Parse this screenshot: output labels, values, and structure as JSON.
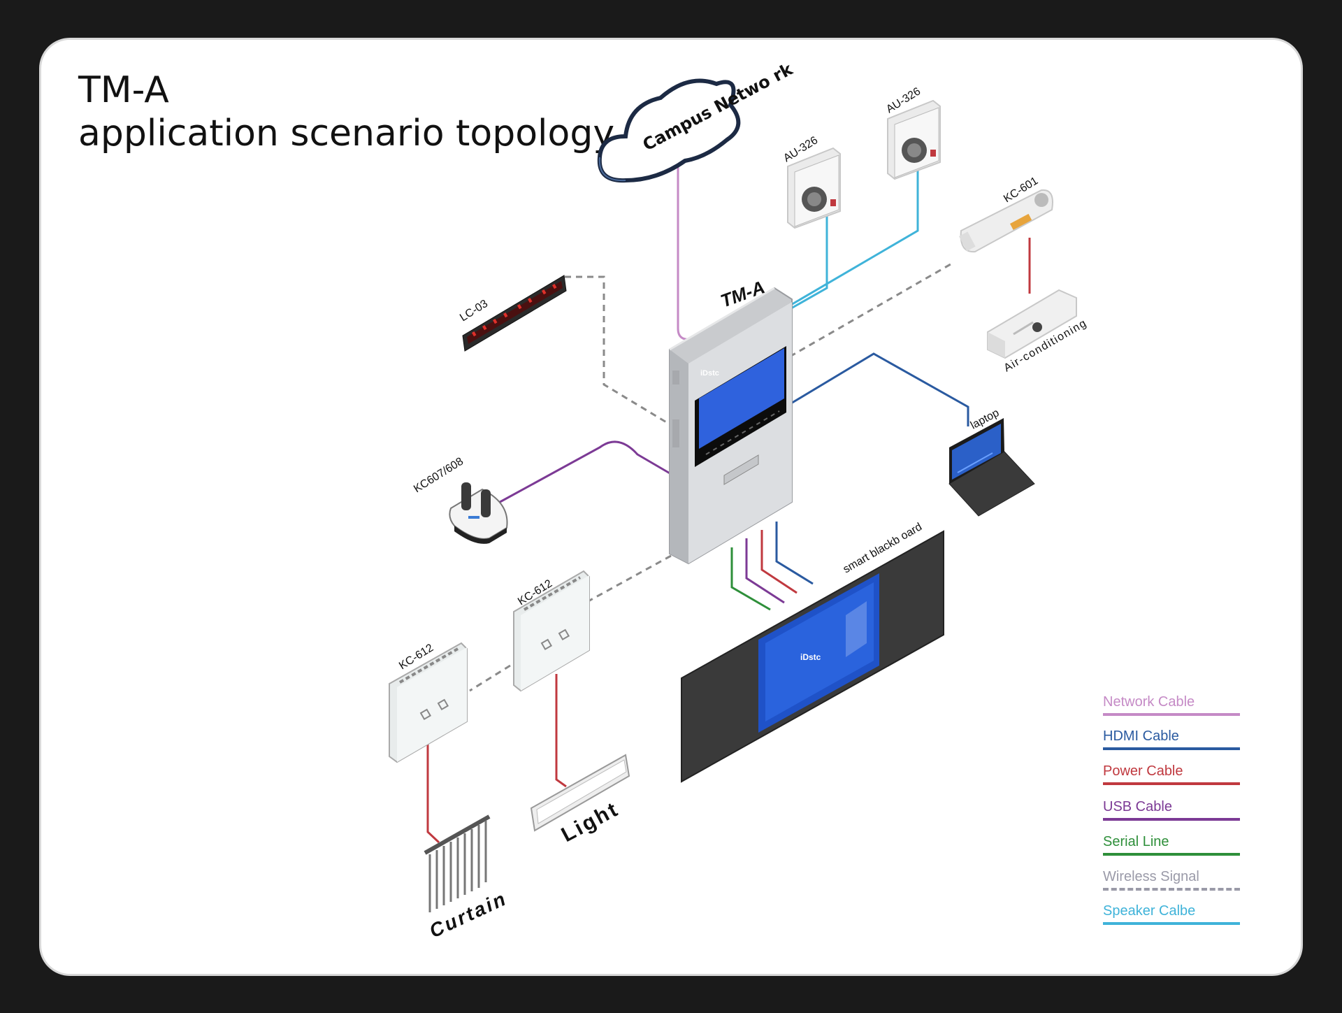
{
  "title": {
    "line1": "TM-A",
    "line2": "application scenario topology"
  },
  "nodes": {
    "cloud": "Campus Netwo rk",
    "tma": "TM-A",
    "au1": "AU-326",
    "au2": "AU-326",
    "kc601": "KC-601",
    "aircon": "Air-conditioning",
    "laptop": "laptop",
    "lc03": "LC-03",
    "kc607": "KC607/608",
    "kc612a": "KC-612",
    "kc612b": "KC-612",
    "blackboard": "smart blackb oard",
    "light": "Light",
    "curtain": "Curtain",
    "brand": "iDstc"
  },
  "legend": [
    {
      "label": "Network Cable",
      "color": "#c58ac6",
      "style": "solid"
    },
    {
      "label": "HDMI Cable",
      "color": "#2a5aa0",
      "style": "solid"
    },
    {
      "label": "Power Cable",
      "color": "#c0393f",
      "style": "solid"
    },
    {
      "label": "USB Cable",
      "color": "#7c3a95",
      "style": "solid"
    },
    {
      "label": "Serial Line",
      "color": "#2e8f3a",
      "style": "solid"
    },
    {
      "label": "Wireless Signal",
      "color": "#9a9aa8",
      "style": "dashed"
    },
    {
      "label": "Speaker Calbe",
      "color": "#3fb3d9",
      "style": "solid"
    }
  ],
  "icons": [
    "cloud-icon",
    "speaker-icon",
    "projector-icon",
    "air-conditioner-icon",
    "laptop-icon",
    "led-display-icon",
    "microphone-icon",
    "wall-switch-icon",
    "light-icon",
    "curtain-icon",
    "blackboard-icon",
    "controller-icon"
  ]
}
